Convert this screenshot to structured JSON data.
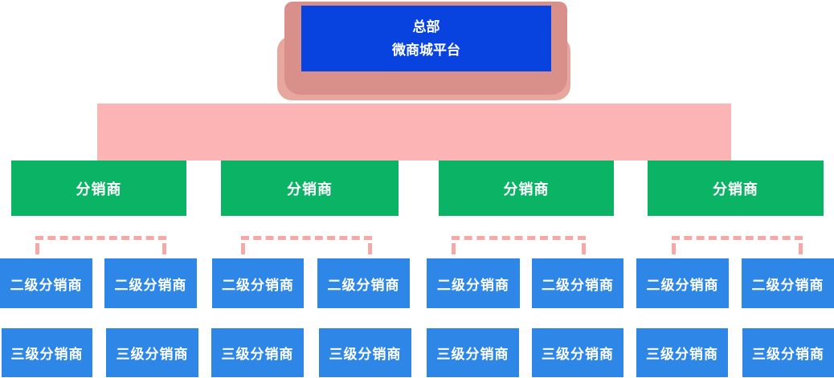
{
  "diagram": {
    "type": "org-hierarchy",
    "description_title": "multi-level distribution structure",
    "hq": {
      "line1": "总部",
      "line2": "微商城平台"
    },
    "level1": {
      "items": [
        {
          "label": "分销商"
        },
        {
          "label": "分销商"
        },
        {
          "label": "分销商"
        },
        {
          "label": "分销商"
        }
      ]
    },
    "level2": {
      "items": [
        {
          "label": "二级分销商"
        },
        {
          "label": "二级分销商"
        },
        {
          "label": "二级分销商"
        },
        {
          "label": "二级分销商"
        },
        {
          "label": "二级分销商"
        },
        {
          "label": "二级分销商"
        },
        {
          "label": "二级分销商"
        },
        {
          "label": "二级分销商"
        }
      ]
    },
    "level3": {
      "items": [
        {
          "label": "三级分销商"
        },
        {
          "label": "三级分销商"
        },
        {
          "label": "三级分销商"
        },
        {
          "label": "三级分销商"
        },
        {
          "label": "三级分销商"
        },
        {
          "label": "三级分销商"
        },
        {
          "label": "三级分销商"
        },
        {
          "label": "三级分销商"
        }
      ]
    },
    "colors": {
      "hq-blue": "#0843df",
      "node-blue": "#2e86e6",
      "green": "#0bb365",
      "salmon": "#d9908a",
      "salmon-light": "#e7a69e",
      "pink-bar": "#fcb4b4",
      "pink-dash": "#f5a9a6",
      "text": "#ffffff"
    }
  }
}
